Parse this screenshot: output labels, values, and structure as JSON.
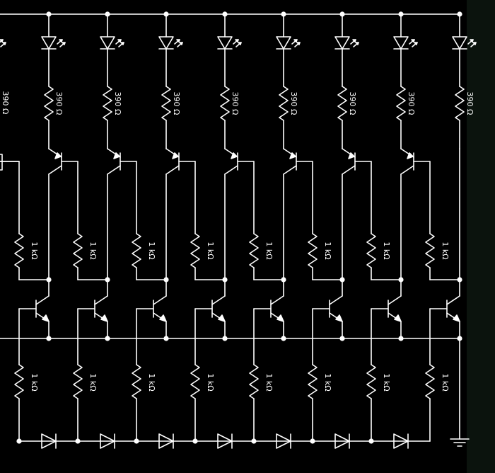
{
  "diagram": {
    "background": "#000000",
    "frame_color": "#0b130d",
    "stroke_color": "#ffffff",
    "component_symbols": [
      "led-icon",
      "resistor-icon",
      "pnp-transistor-icon",
      "npn-transistor-icon",
      "diode-icon",
      "ground-icon"
    ]
  },
  "labels": {
    "led_resistor": "390 Ω",
    "base_resistor": "1 kΩ",
    "bottom_resistor": "1 kΩ"
  }
}
